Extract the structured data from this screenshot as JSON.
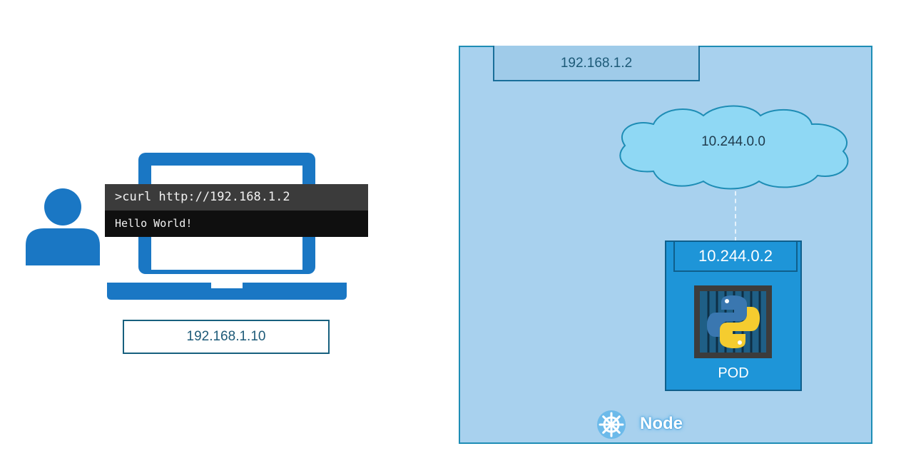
{
  "client": {
    "terminal_command": ">curl http://192.168.1.2",
    "terminal_output": "Hello World!",
    "ip": "192.168.1.10"
  },
  "node": {
    "ip": "192.168.1.2",
    "network": "10.244.0.0",
    "label": "Node",
    "pod": {
      "ip": "10.244.0.2",
      "label": "POD",
      "app_icon": "python-icon"
    }
  },
  "colors": {
    "primary_blue": "#1a77c4",
    "node_fill": "#a8d1ee",
    "node_border": "#1e8db5",
    "cloud_fill": "#8fd8f4",
    "pod_fill": "#1e95d8",
    "ip_box_border": "#17607e",
    "terminal_bg": "#0f0f0f",
    "terminal_header": "#3b3b3b"
  }
}
